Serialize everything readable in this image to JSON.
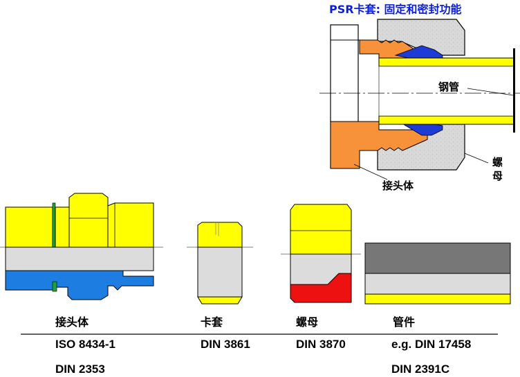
{
  "title": "PSR卡套: 固定和密封功能",
  "callouts": {
    "steel_tube": "钢管",
    "nut_char1": "螺",
    "nut_char2": "母",
    "body": "接头体"
  },
  "columns": [
    {
      "name": "接头体",
      "standards": [
        "ISO 8434-1",
        "DIN 2353"
      ]
    },
    {
      "name": "卡套",
      "standards": [
        "DIN 3861"
      ]
    },
    {
      "name": "螺母",
      "standards": [
        "DIN 3870"
      ]
    },
    {
      "name": "管件",
      "standards": [
        "e.g. DIN 17458",
        "DIN 2391C"
      ]
    }
  ],
  "colors": {
    "title_blue": "#0b1fd6",
    "yellow": "#ffff00",
    "orange": "#f7923a",
    "blue": "#1e7de0",
    "red": "#ee1111",
    "gray_light": "#dcdcdc",
    "gray_dark": "#777777",
    "green": "#1ea33b"
  }
}
